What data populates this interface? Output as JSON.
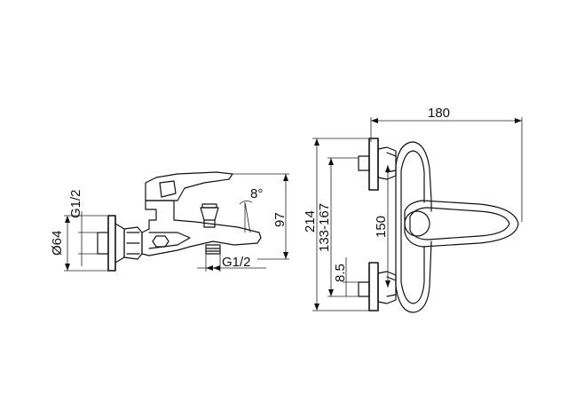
{
  "dimensions": {
    "width_overall": "180",
    "height_overall": "214",
    "height_spout": "97",
    "connection_top": "G1/2",
    "flange_diameter": "Ø64",
    "spout_angle": "8°",
    "outlet_thread": "G1/2",
    "center_distance": "133-167",
    "inner_height": "150",
    "offset": "8.5"
  }
}
